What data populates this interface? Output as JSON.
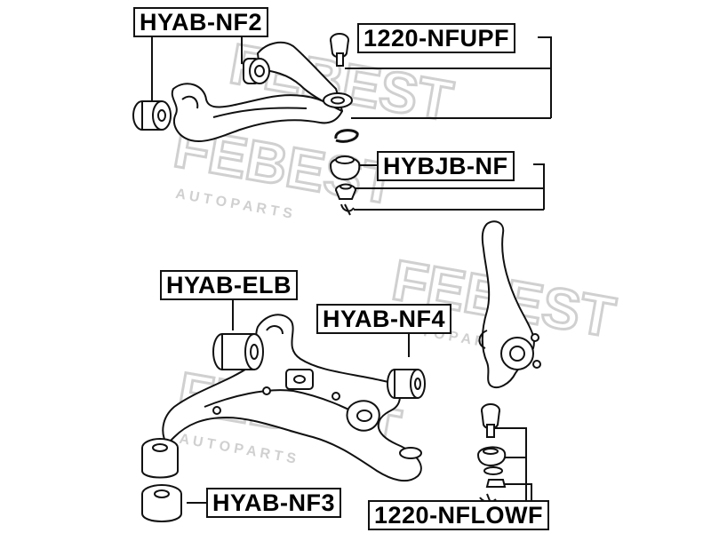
{
  "watermark": {
    "brand": "FEBEST",
    "tagline": "A U T O   P A R T S",
    "color": "#d9d9d9"
  },
  "parts": {
    "upper_arm_bushing": "HYAB-NF2",
    "upper_ball_joint_kit": "1220-NFUPF",
    "ball_joint_boot": "HYBJB-NF",
    "lower_rear_bushing": "HYAB-ELB",
    "lower_front_bushing": "HYAB-NF4",
    "lower_bushing_large": "HYAB-NF3",
    "lower_ball_joint_kit": "1220-NFLOWF"
  },
  "colors": {
    "line": "#111111",
    "label_border": "#111111",
    "label_text": "#000000",
    "part_fill": "#ffffff"
  }
}
